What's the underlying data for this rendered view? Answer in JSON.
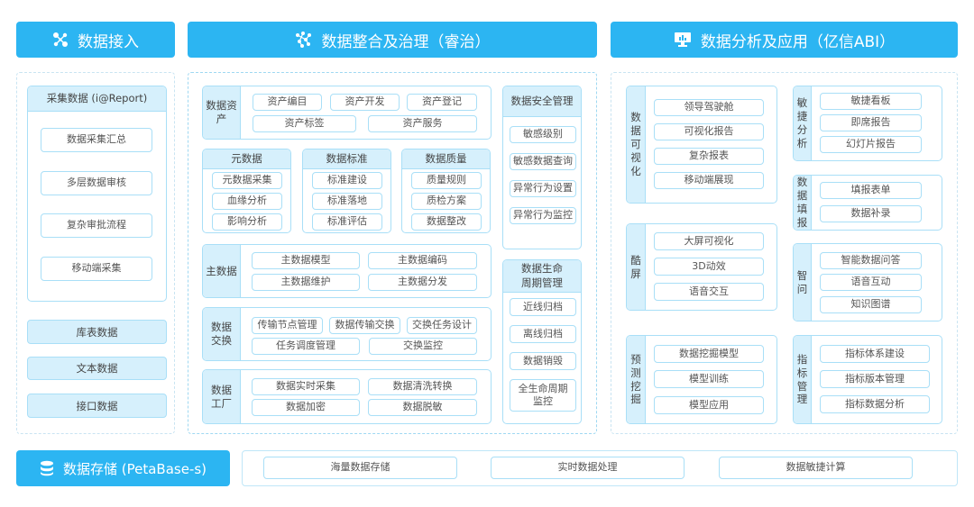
{
  "header": {
    "access": "数据接入",
    "integration": "数据整合及治理（睿治）",
    "analysis": "数据分析及应用（亿信ABI）",
    "storage": "数据存储 (PetaBase-s)"
  },
  "colors": {
    "primary": "#2cb5f2",
    "light": "#d6f0fc",
    "border": "#a9dff7"
  },
  "access": {
    "collect": {
      "title": "采集数据 (i@Report)",
      "items": [
        "数据采集汇总",
        "多层数据审核",
        "复杂审批流程",
        "移动端采集"
      ]
    },
    "others": [
      "库表数据",
      "文本数据",
      "接口数据"
    ]
  },
  "integration": {
    "asset": {
      "label": "数据资产",
      "items": [
        "资产编目",
        "资产开发",
        "资产登记",
        "资产标签",
        "资产服务"
      ]
    },
    "meta": {
      "title": "元数据",
      "items": [
        "元数据采集",
        "血缘分析",
        "影响分析"
      ]
    },
    "standard": {
      "title": "数据标准",
      "items": [
        "标准建设",
        "标准落地",
        "标准评估"
      ]
    },
    "quality": {
      "title": "数据质量",
      "items": [
        "质量规则",
        "质检方案",
        "数据整改"
      ]
    },
    "master": {
      "label": "主数据",
      "items": [
        "主数据模型",
        "主数据编码",
        "主数据维护",
        "主数据分发"
      ]
    },
    "exchange": {
      "label": "数据交换",
      "items": [
        "传输节点管理",
        "数据传输交换",
        "交换任务设计",
        "任务调度管理",
        "交换监控"
      ]
    },
    "factory": {
      "label": "数据工厂",
      "items": [
        "数据实时采集",
        "数据清洗转换",
        "数据加密",
        "数据脱敏"
      ]
    },
    "security": {
      "title": "数据安全管理",
      "items": [
        "敏感级别",
        "敏感数据查询",
        "异常行为设置",
        "异常行为监控"
      ]
    },
    "lifecycle": {
      "title": "数据生命周期管理",
      "items": [
        "近线归档",
        "离线归档",
        "数据销毁",
        "全生命周期监控"
      ]
    }
  },
  "analysis": {
    "visual": {
      "label": "数据可视化",
      "items": [
        "领导驾驶舱",
        "可视化报告",
        "复杂报表",
        "移动端展现"
      ]
    },
    "screen": {
      "label": "酷屏",
      "items": [
        "大屏可视化",
        "3D动效",
        "语音交互"
      ]
    },
    "mining": {
      "label": "预测挖掘",
      "items": [
        "数据挖掘模型",
        "模型训练",
        "模型应用"
      ]
    },
    "agile": {
      "label": "敏捷分析",
      "items": [
        "敏捷看板",
        "即席报告",
        "幻灯片报告"
      ]
    },
    "fill": {
      "label": "数据填报",
      "items": [
        "填报表单",
        "数据补录"
      ]
    },
    "ask": {
      "label": "智问",
      "items": [
        "智能数据问答",
        "语音互动",
        "知识图谱"
      ]
    },
    "indicator": {
      "label": "指标管理",
      "items": [
        "指标体系建设",
        "指标版本管理",
        "指标数据分析"
      ]
    }
  },
  "storage": {
    "items": [
      "海量数据存储",
      "实时数据处理",
      "数据敏捷计算"
    ]
  }
}
